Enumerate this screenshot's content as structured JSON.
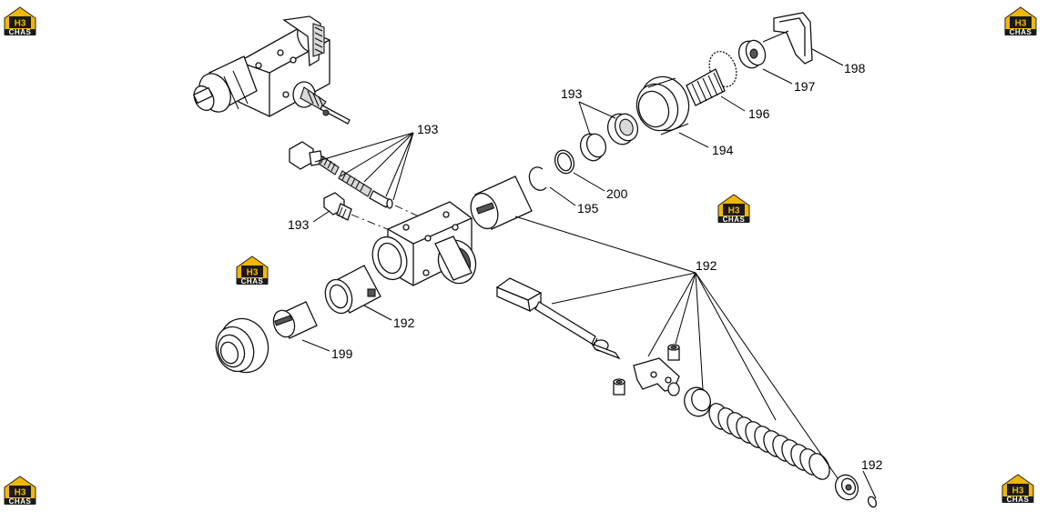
{
  "watermark": {
    "logo": "H3",
    "sub": "CHAS",
    "accent": "#f2b705",
    "dark": "#1a1a1a"
  },
  "labels": {
    "l198": "198",
    "l197": "197",
    "l196": "196",
    "l194": "194",
    "l193_top": "193",
    "l193_mid": "193",
    "l193_left": "193",
    "l200": "200",
    "l195": "195",
    "l192_right": "192",
    "l192_left": "192",
    "l192_bottom": "192",
    "l199": "199"
  }
}
